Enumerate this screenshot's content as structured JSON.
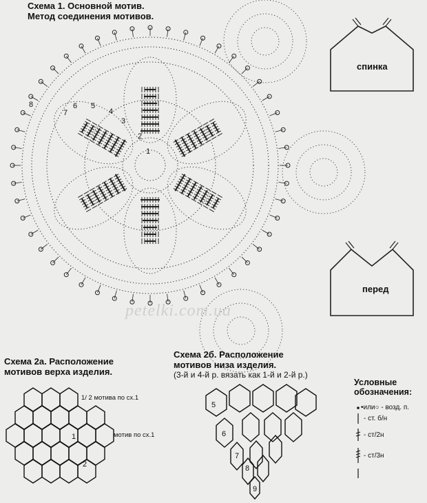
{
  "scheme1": {
    "title_line1": "Схема 1. Основной мотив.",
    "title_line2": "Метод соединения мотивов."
  },
  "round_numbers": [
    "1",
    "2",
    "3",
    "4",
    "5",
    "6",
    "7",
    "8"
  ],
  "back_label": "спинка",
  "front_label": "перед",
  "watermark": "petelki.com.ua",
  "scheme2a": {
    "title_line1": "Схема 2а. Расположение",
    "title_line2": "мотивов верха изделия.",
    "half_motif_label": "1/ 2 мотива по сх.1",
    "motif_label": "мотив по сх.1",
    "motif_numbers": [
      "1",
      "2"
    ]
  },
  "scheme2b": {
    "title_line1": "Схема 2б. Расположение",
    "title_line2": "мотивов низа изделия.",
    "title_line3": "(3-й и 4-й р. вязать как 1-й и 2-й р.)",
    "motif_numbers": [
      "5",
      "6",
      "7",
      "8",
      "9"
    ]
  },
  "legend": {
    "title_line1": "Условные",
    "title_line2": "обозначения:",
    "items": [
      {
        "symbol": "•или○",
        "text": "- возд. п."
      },
      {
        "symbol": "|",
        "text": "- ст. б/н"
      },
      {
        "symbol": "‡",
        "text": "- ст/2н"
      },
      {
        "symbol": "‡",
        "text": "- ст/3н"
      }
    ]
  }
}
